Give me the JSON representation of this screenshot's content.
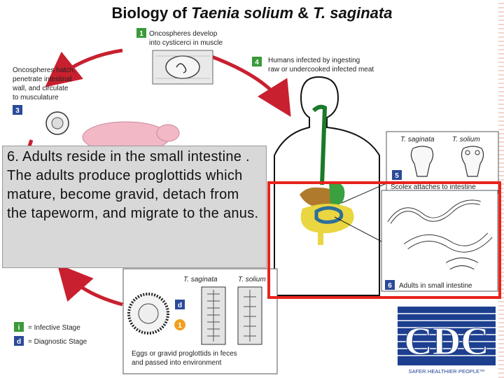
{
  "title": {
    "prefix": "Biology of ",
    "species": "Taenia solium",
    "middle": " & ",
    "species2": "T. saginata"
  },
  "steps": {
    "s1": {
      "num": "1",
      "text1": "Oncospheres develop",
      "text2": "into cysticerci in muscle"
    },
    "s3": {
      "num": "3",
      "text1": "Oncospheres hatch,",
      "text2": "penetrate intestinal",
      "text3": "wall, and circulate",
      "text4": "to musculature"
    },
    "s4": {
      "num": "4",
      "text1": "Humans infected by ingesting",
      "text2": "raw or undercooked infected meat"
    },
    "s5": {
      "num": "5",
      "text": "Scolex attaches to intestine",
      "sp1": "T. saginata",
      "sp2": "T. solium"
    },
    "s6": {
      "num": "6",
      "text": "Adults in small intestine"
    },
    "eggs": {
      "sp1": "T. saginata",
      "sp2": "T. solium",
      "text1": "Eggs or gravid proglottids in feces",
      "text2": "and passed into environment"
    }
  },
  "legend": {
    "infective_symbol": "i",
    "infective": "= Infective Stage",
    "diagnostic_symbol": "d",
    "diagnostic": "= Diagnostic Stage"
  },
  "callout": {
    "text": "6. Adults reside in the small intestine . The adults produce proglottids which mature, become gravid, detach from the tapeworm, and migrate to the anus."
  },
  "logo": {
    "text": "CDC",
    "tagline": "SAFER·HEALTHIER·PEOPLE™"
  },
  "colors": {
    "cycle_red": "#c8202f",
    "step_green": "#3a9a3a",
    "highlight_red": "#e8231e",
    "cdc_blue": "#1d3f8f"
  }
}
